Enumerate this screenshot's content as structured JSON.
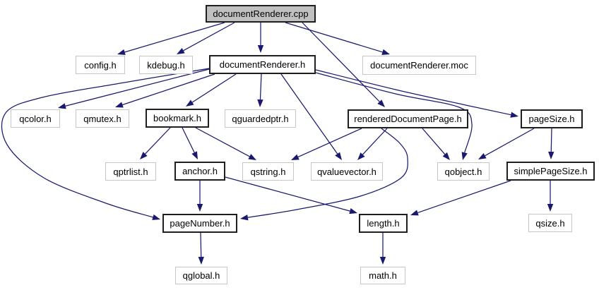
{
  "graph": {
    "background": "#ffffff",
    "edge_color": "#191970",
    "root_fill": "#c0c0c0",
    "node_fill": "#ffffff",
    "plain_border": "#c6c6c6",
    "strong_border": "#1f1f1f",
    "text_color": "#000000",
    "nodes": [
      {
        "id": "documentrenderer-cpp",
        "label": "documentRenderer.cpp",
        "style": "root"
      },
      {
        "id": "config-h",
        "label": "config.h",
        "style": "plain"
      },
      {
        "id": "kdebug-h",
        "label": "kdebug.h",
        "style": "plain"
      },
      {
        "id": "documentrenderer-h",
        "label": "documentRenderer.h",
        "style": "strong"
      },
      {
        "id": "documentrenderer-moc",
        "label": "documentRenderer.moc",
        "style": "plain"
      },
      {
        "id": "qcolor-h",
        "label": "qcolor.h",
        "style": "plain"
      },
      {
        "id": "qmutex-h",
        "label": "qmutex.h",
        "style": "plain"
      },
      {
        "id": "bookmark-h",
        "label": "bookmark.h",
        "style": "strong"
      },
      {
        "id": "qguardedptr-h",
        "label": "qguardedptr.h",
        "style": "plain"
      },
      {
        "id": "rendereddocumentpage-h",
        "label": "renderedDocumentPage.h",
        "style": "strong"
      },
      {
        "id": "pagesize-h",
        "label": "pageSize.h",
        "style": "strong"
      },
      {
        "id": "qptrlist-h",
        "label": "qptrlist.h",
        "style": "plain"
      },
      {
        "id": "anchor-h",
        "label": "anchor.h",
        "style": "strong"
      },
      {
        "id": "qstring-h",
        "label": "qstring.h",
        "style": "plain"
      },
      {
        "id": "qvaluevector-h",
        "label": "qvaluevector.h",
        "style": "plain"
      },
      {
        "id": "qobject-h",
        "label": "qobject.h",
        "style": "plain"
      },
      {
        "id": "simplepagesize-h",
        "label": "simplePageSize.h",
        "style": "strong"
      },
      {
        "id": "pagenumber-h",
        "label": "pageNumber.h",
        "style": "strong"
      },
      {
        "id": "length-h",
        "label": "length.h",
        "style": "strong"
      },
      {
        "id": "qsize-h",
        "label": "qsize.h",
        "style": "plain"
      },
      {
        "id": "qglobal-h",
        "label": "qglobal.h",
        "style": "plain"
      },
      {
        "id": "math-h",
        "label": "math.h",
        "style": "plain"
      }
    ],
    "edges": [
      {
        "from": "documentrenderer-cpp",
        "to": "config-h"
      },
      {
        "from": "documentrenderer-cpp",
        "to": "kdebug-h"
      },
      {
        "from": "documentrenderer-cpp",
        "to": "documentrenderer-h"
      },
      {
        "from": "documentrenderer-cpp",
        "to": "documentrenderer-moc"
      },
      {
        "from": "documentrenderer-cpp",
        "to": "rendereddocumentpage-h"
      },
      {
        "from": "documentrenderer-h",
        "to": "qcolor-h"
      },
      {
        "from": "documentrenderer-h",
        "to": "qmutex-h"
      },
      {
        "from": "documentrenderer-h",
        "to": "bookmark-h"
      },
      {
        "from": "documentrenderer-h",
        "to": "qguardedptr-h"
      },
      {
        "from": "documentrenderer-h",
        "to": "qvaluevector-h"
      },
      {
        "from": "documentrenderer-h",
        "to": "pagesize-h"
      },
      {
        "from": "documentrenderer-h",
        "to": "qobject-h"
      },
      {
        "from": "documentrenderer-h",
        "to": "pagenumber-h"
      },
      {
        "from": "bookmark-h",
        "to": "qptrlist-h"
      },
      {
        "from": "bookmark-h",
        "to": "anchor-h"
      },
      {
        "from": "bookmark-h",
        "to": "qstring-h"
      },
      {
        "from": "rendereddocumentpage-h",
        "to": "qstring-h"
      },
      {
        "from": "rendereddocumentpage-h",
        "to": "qvaluevector-h"
      },
      {
        "from": "rendereddocumentpage-h",
        "to": "qobject-h"
      },
      {
        "from": "rendereddocumentpage-h",
        "to": "pagenumber-h"
      },
      {
        "from": "pagesize-h",
        "to": "qobject-h"
      },
      {
        "from": "pagesize-h",
        "to": "simplepagesize-h"
      },
      {
        "from": "anchor-h",
        "to": "pagenumber-h"
      },
      {
        "from": "anchor-h",
        "to": "length-h"
      },
      {
        "from": "simplepagesize-h",
        "to": "length-h"
      },
      {
        "from": "simplepagesize-h",
        "to": "qsize-h"
      },
      {
        "from": "pagenumber-h",
        "to": "qglobal-h"
      },
      {
        "from": "length-h",
        "to": "math-h"
      }
    ]
  }
}
